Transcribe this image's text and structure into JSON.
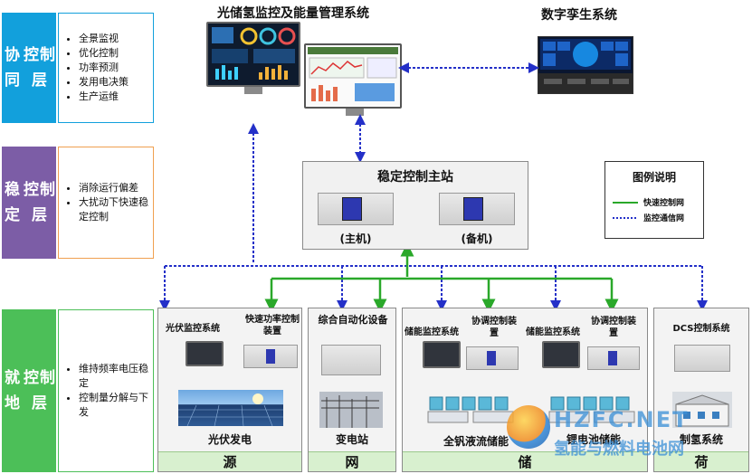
{
  "layers": [
    {
      "name": "协同\n控制层",
      "color": "#12a0dc",
      "items": [
        "全景监视",
        "优化控制",
        "功率预测",
        "发用电决策",
        "生产运维"
      ]
    },
    {
      "name": "稳定\n控制层",
      "color": "#7c5da6",
      "items": [
        "消除运行偏差",
        "大扰动下快速稳定控制"
      ]
    },
    {
      "name": "就地\n控制层",
      "color": "#4cbf58",
      "items": [
        "维持频率电压稳定",
        "控制量分解与下发"
      ]
    }
  ],
  "top": {
    "ems_title": "光储氢监控及能量管理系统",
    "twin_title": "数字孪生系统"
  },
  "station": {
    "title": "稳定控制主站",
    "main_label": "(主机)",
    "backup_label": "(备机)"
  },
  "legend": {
    "title": "图例说明",
    "fast_label": "快速控制网",
    "monitor_label": "监控通信网",
    "fast_color": "#2aa82a",
    "monitor_color": "#2430c8"
  },
  "panels": {
    "source": {
      "pv_monitor": "光伏监控系统",
      "fast_power": "快速功率控制装置",
      "caption": "光伏发电",
      "foot": "源"
    },
    "grid": {
      "auto": "综合自动化设备",
      "caption": "变电站",
      "foot": "网"
    },
    "storage": {
      "monitor1": "储能监控系统",
      "coord1": "协调控制装置",
      "monitor2": "储能监控系统",
      "coord2": "协调控制装置",
      "caption1": "全钒液流储能",
      "caption2": "锂电池储能",
      "foot": "储"
    },
    "load": {
      "dcs": "DCS控制系统",
      "caption": "制氢系统",
      "foot": "荷"
    }
  },
  "watermark": {
    "line1": "HZFC.NET",
    "line2": "氢能与燃料电池网"
  }
}
